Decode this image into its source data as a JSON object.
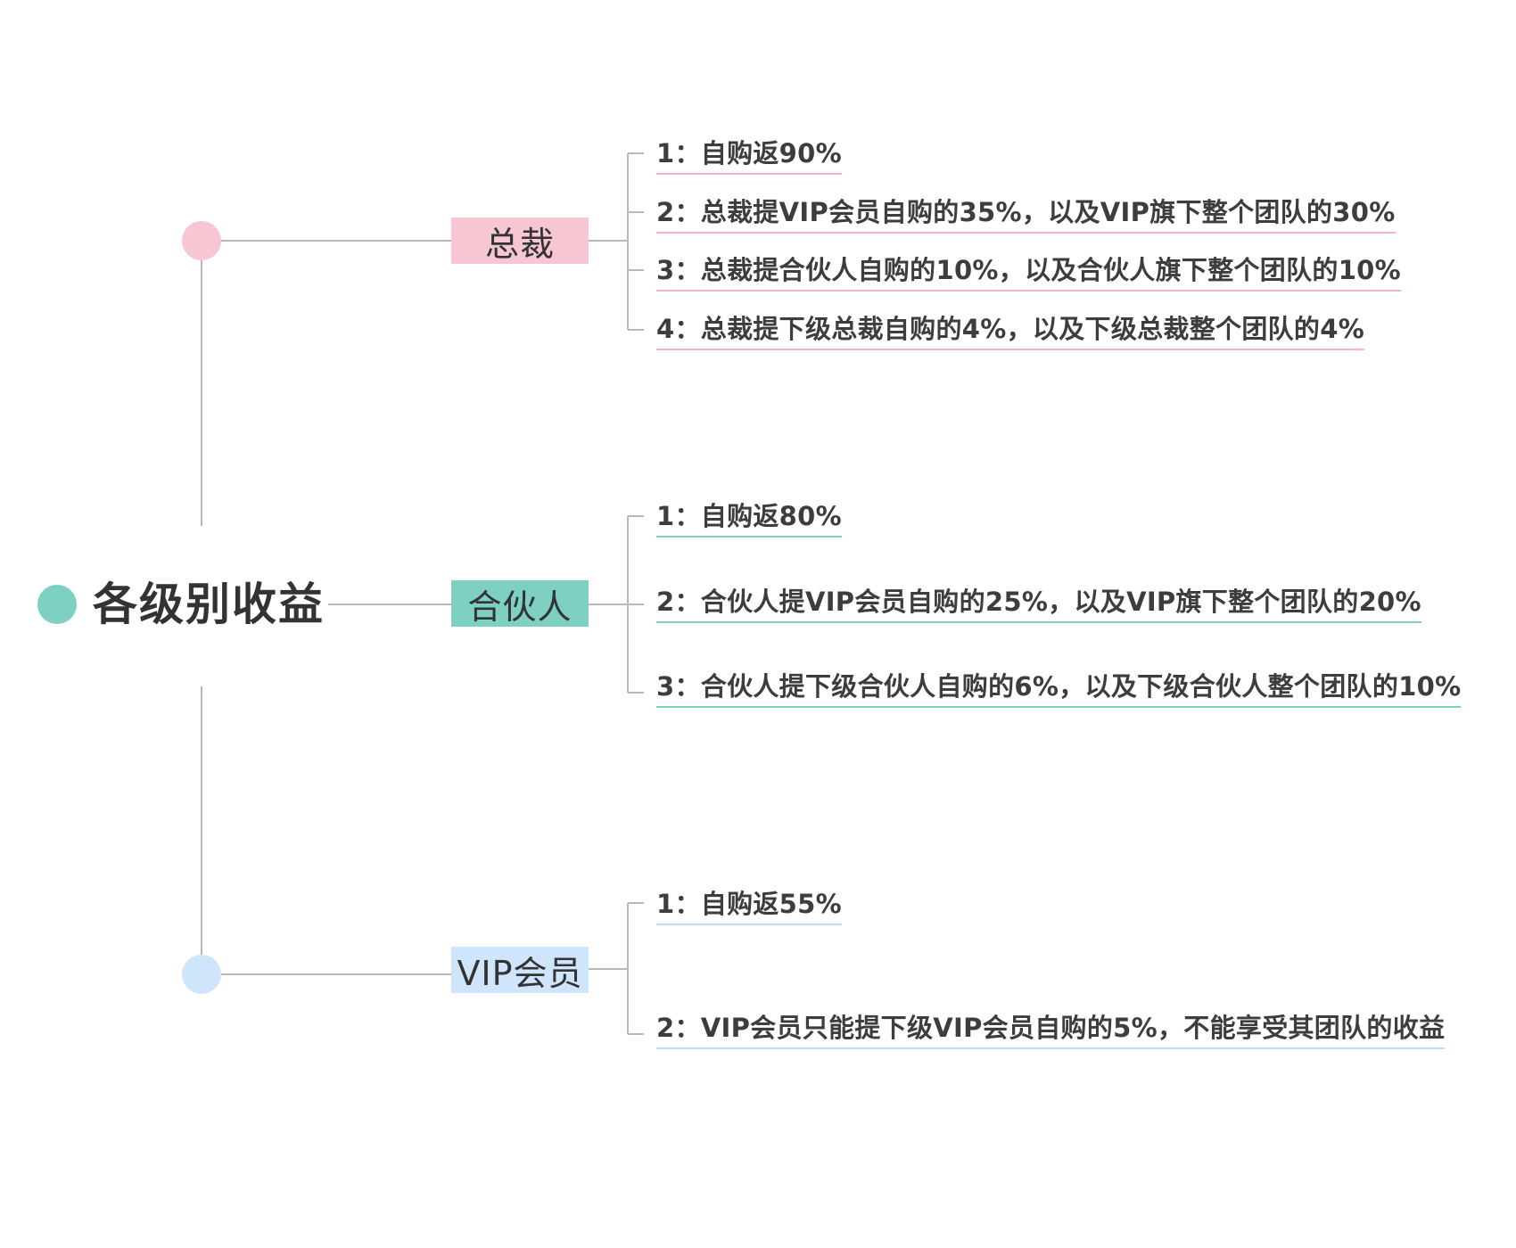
{
  "root": {
    "title": "各级别收益"
  },
  "branches": [
    {
      "label": "总裁",
      "color": "#f7c6d3",
      "items": [
        "1：自购返90%",
        "2：总裁提VIP会员自购的35%，以及VIP旗下整个团队的30%",
        "3：总裁提合伙人自购的10%，以及合伙人旗下整个团队的10%",
        "4：总裁提下级总裁自购的4%，以及下级总裁整个团队的4%"
      ]
    },
    {
      "label": "合伙人",
      "color": "#7dd0c2",
      "items": [
        "1：自购返80%",
        "2：合伙人提VIP会员自购的25%，以及VIP旗下整个团队的20%",
        "3：合伙人提下级合伙人自购的6%，以及下级合伙人整个团队的10%"
      ]
    },
    {
      "label": "VIP会员",
      "color": "#cfe5fb",
      "items": [
        "1：自购返55%",
        "2：VIP会员只能提下级VIP会员自购的5%，不能享受其团队的收益"
      ]
    }
  ],
  "colors": {
    "line": "#b8b8b8",
    "text": "#3d3d3d",
    "root_dot": "#7dd0c2"
  }
}
